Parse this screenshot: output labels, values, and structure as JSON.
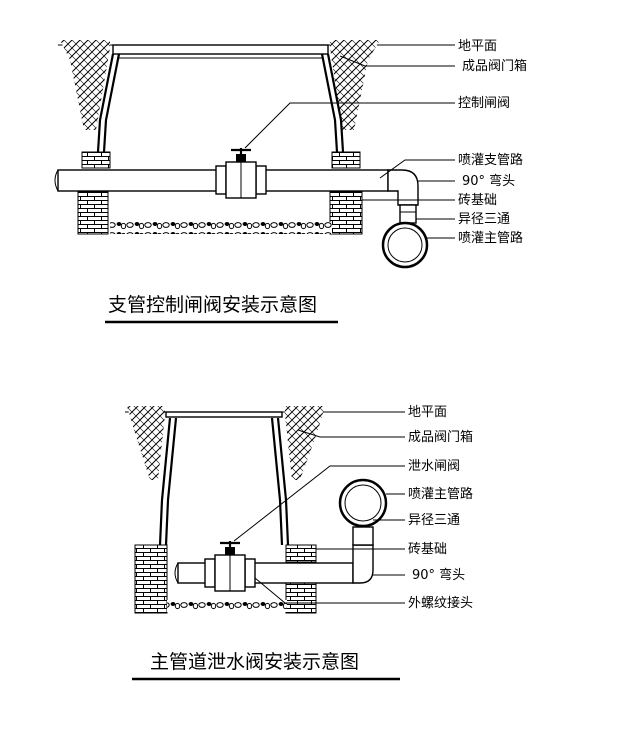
{
  "diagram1": {
    "title": "支管控制闸阀安装示意图",
    "labels": {
      "ground": "地平面",
      "valve_box": "成品阀门箱",
      "control_valve": "控制闸阀",
      "branch_pipe": "喷灌支管路",
      "elbow": "90° 弯头",
      "brick_base": "砖基础",
      "reducing_tee": "异径三通",
      "main_pipe": "喷灌主管路"
    }
  },
  "diagram2": {
    "title": "主管道泄水阀安装示意图",
    "labels": {
      "ground": "地平面",
      "valve_box": "成品阀门箱",
      "drain_valve": "泄水闸阀",
      "main_pipe": "喷灌主管路",
      "reducing_tee": "异径三通",
      "brick_base": "砖基础",
      "elbow": "90° 弯头",
      "threaded_joint": "外螺纹接头"
    }
  }
}
